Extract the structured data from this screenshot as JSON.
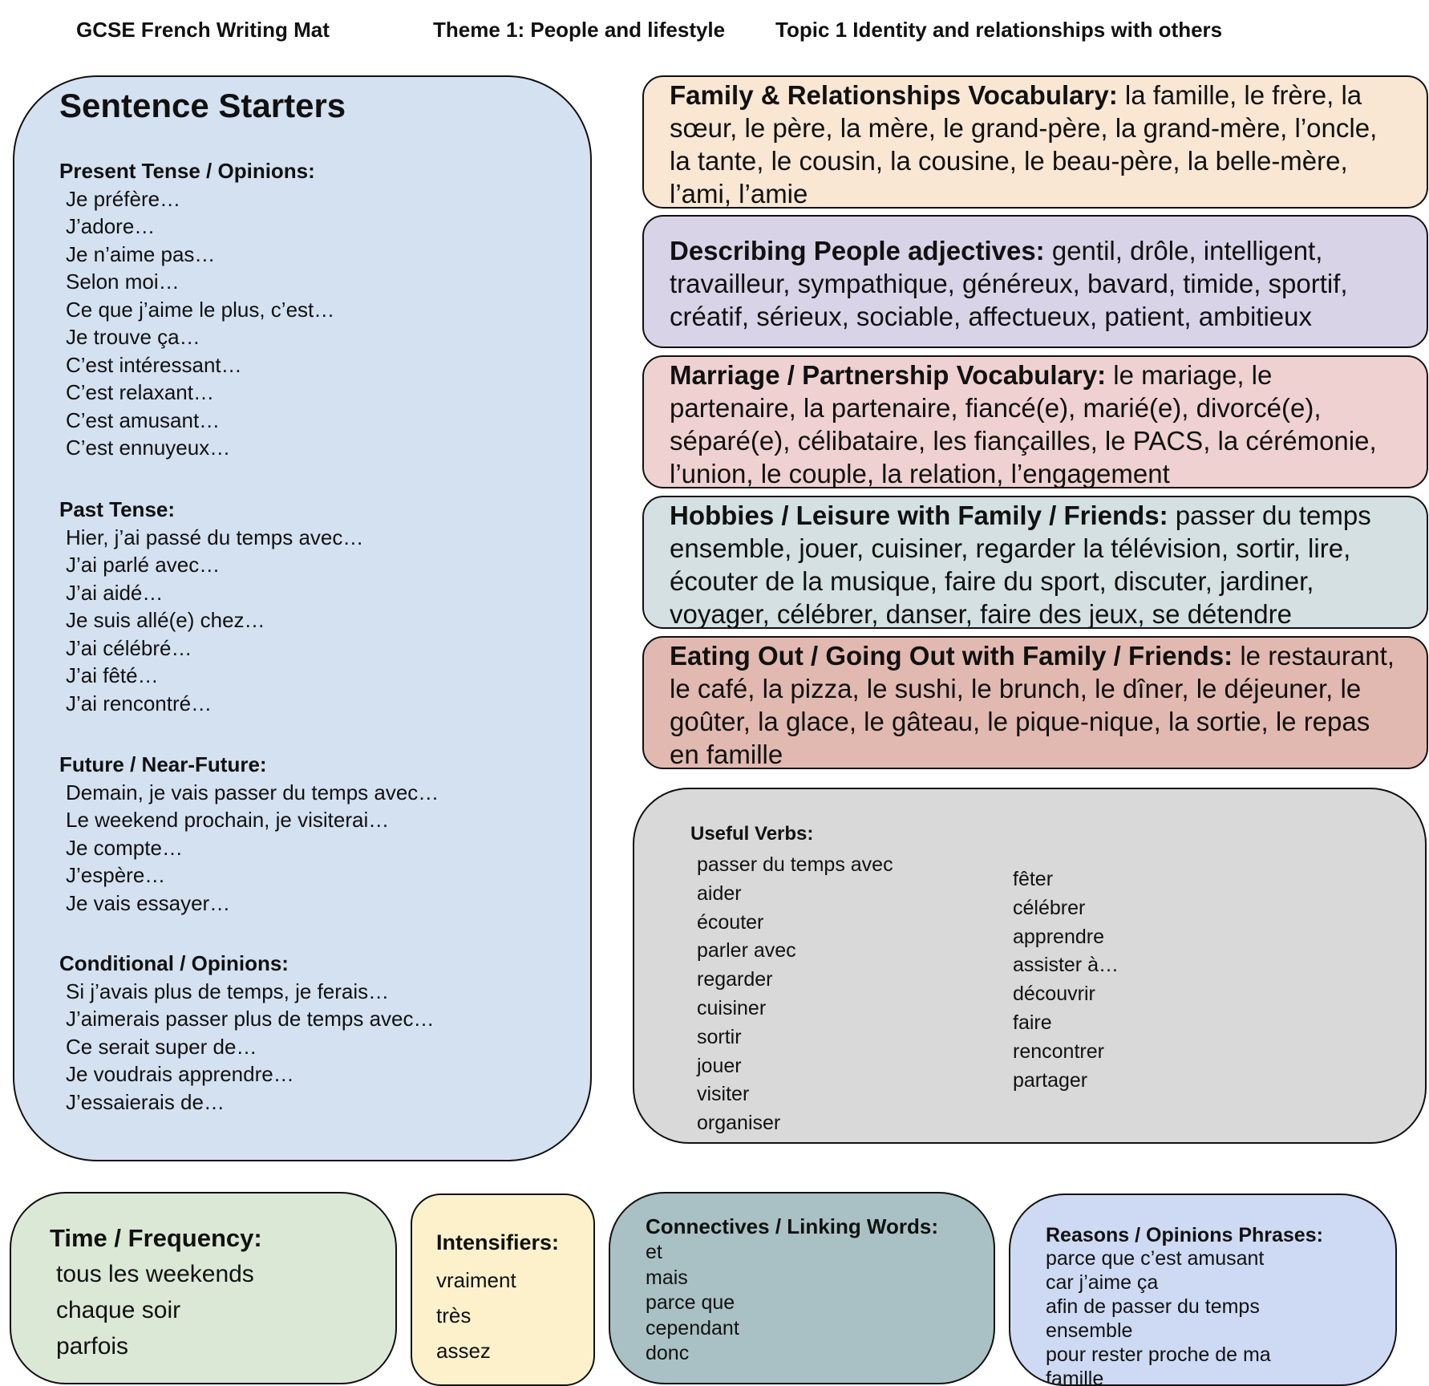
{
  "header": {
    "title": "GCSE French Writing Mat",
    "theme": "Theme 1: People and lifestyle",
    "topic": "Topic 1 Identity and relationships with others"
  },
  "sentence_starters": {
    "title": "Sentence Starters",
    "sections": [
      {
        "heading": "Present Tense / Opinions:",
        "items": [
          "Je préfère…",
          "J’adore…",
          "Je n’aime pas…",
          "Selon moi…",
          "Ce que j’aime le plus, c’est…",
          "Je trouve ça…",
          "C’est intéressant…",
          "C’est relaxant…",
          "C’est amusant…",
          "C’est ennuyeux…"
        ]
      },
      {
        "heading": "Past Tense:",
        "items": [
          "Hier, j’ai passé du temps avec…",
          "J’ai parlé avec…",
          "J’ai aidé…",
          "Je suis allé(e) chez…",
          "J’ai célébré…",
          "J’ai fêté…",
          "J’ai rencontré…"
        ]
      },
      {
        "heading": "Future / Near-Future:",
        "items": [
          "Demain, je vais passer du temps avec…",
          "Le weekend prochain, je visiterai…",
          "Je compte…",
          "J’espère…",
          "Je vais essayer…"
        ]
      },
      {
        "heading": "Conditional / Opinions:",
        "items": [
          "Si j’avais plus de temps, je ferais…",
          "J’aimerais passer plus de temps avec…",
          "Ce serait super de…",
          "Je voudrais apprendre…",
          "J’essaierais de…"
        ]
      }
    ]
  },
  "vocab": [
    {
      "title": "Family & Relationships Vocabulary:",
      "text": " la famille, le frère, la sœur, le père, la mère, le grand-père, la grand-mère, l’oncle, la tante, le cousin, la cousine, le beau-père, la belle-mère, l’ami, l’amie"
    },
    {
      "title": "Describing People adjectives:",
      "text": " gentil, drôle, intelligent, travailleur, sympathique, généreux, bavard, timide, sportif, créatif, sérieux, sociable, affectueux, patient, ambitieux"
    },
    {
      "title": "Marriage / Partnership Vocabulary:",
      "text": " le mariage, le partenaire, la partenaire, fiancé(e), marié(e), divorcé(e), séparé(e), célibataire, les fiançailles, le PACS, la cérémonie, l’union, le couple, la relation, l’engagement"
    },
    {
      "title": "Hobbies / Leisure with Family / Friends:",
      "text": " passer du temps ensemble, jouer, cuisiner, regarder la télévision, sortir, lire, écouter de la musique, faire du sport, discuter, jardiner, voyager, célébrer, danser, faire des jeux, se détendre"
    },
    {
      "title": "Eating Out / Going Out with Family / Friends:",
      "text": " le restaurant, le café, la pizza, le sushi, le brunch, le dîner, le déjeuner, le goûter, la glace, le gâteau, le pique-nique, la sortie, le repas en famille"
    }
  ],
  "useful_verbs": {
    "title": "Useful Verbs:",
    "col1": [
      "passer du temps avec",
      "aider",
      "écouter",
      "parler avec",
      "regarder",
      "cuisiner",
      "sortir",
      "jouer",
      "visiter",
      "organiser"
    ],
    "col2": [
      "fêter",
      "célébrer",
      "apprendre",
      "assister à…",
      "découvrir",
      "faire",
      "rencontrer",
      "partager"
    ]
  },
  "time_frequency": {
    "title": "Time / Frequency:",
    "items": [
      "tous les weekends",
      "chaque soir",
      "parfois"
    ]
  },
  "intensifiers": {
    "title": "Intensifiers:",
    "items": [
      "vraiment",
      "très",
      "assez"
    ]
  },
  "connectives": {
    "title": "Connectives / Linking Words:",
    "items": [
      "et",
      "mais",
      "parce que",
      "cependant",
      "donc"
    ]
  },
  "reasons": {
    "title": "Reasons / Opinions Phrases:",
    "items": [
      "parce que c’est amusant",
      "car j’aime ça",
      "afin de passer du temps",
      "ensemble",
      "pour rester proche de ma",
      "famille"
    ]
  },
  "colors": {
    "starters": "#d4e1f1",
    "family": "#f9e6d3",
    "describe": "#d9d3e8",
    "marriage": "#efd1d1",
    "hobbies": "#d4e0e2",
    "eating": "#e1b9b0",
    "verbs": "#d9d9d9",
    "time": "#dce8d6",
    "intensifiers": "#fdf1cc",
    "connectives": "#a9c1c4",
    "reasons": "#cedaf3"
  }
}
